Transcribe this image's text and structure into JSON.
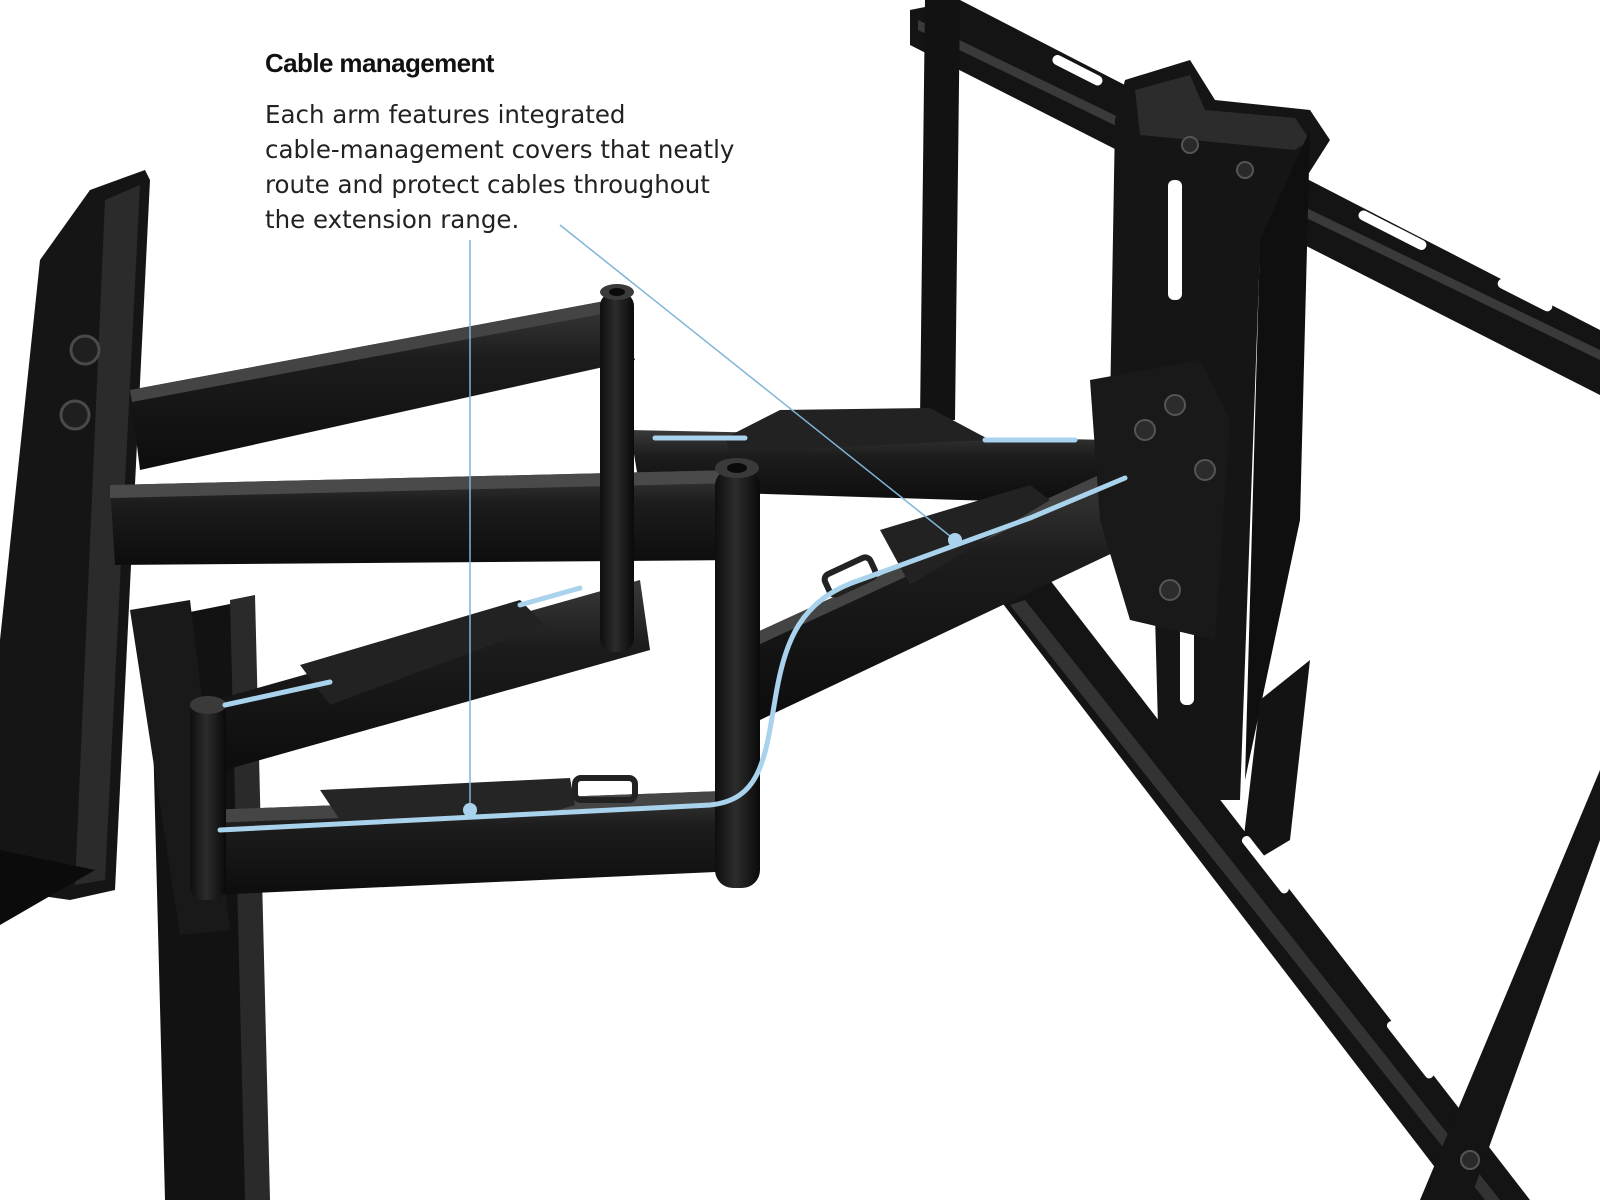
{
  "callout": {
    "title": "Cable management",
    "body": "Each arm features integrated\ncable-management covers that neatly\nroute and protect cables throughout\nthe extension range."
  },
  "colors": {
    "background": "#ffffff",
    "mount": "#161616",
    "mount_edge": "#2e2e2e",
    "highlight": "#3c3c3c",
    "cable": "#a9d3ec",
    "leader_line": "#7fb6d6"
  },
  "icons": {
    "leader_dots": "circle-marker"
  }
}
